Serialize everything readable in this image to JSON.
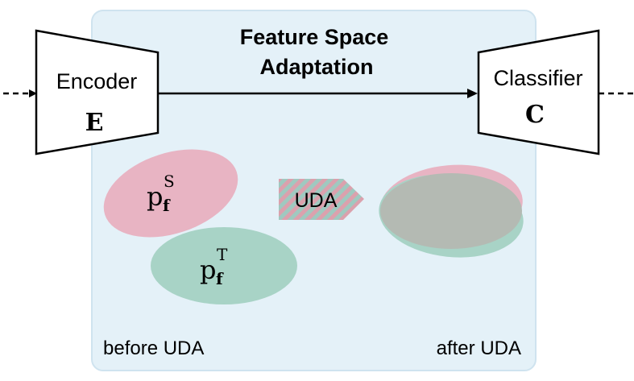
{
  "panel": {
    "title_line1": "Feature Space",
    "title_line2": "Adaptation",
    "background": "#e4f1f8",
    "border": "#cfe3ef"
  },
  "encoder": {
    "label": "Encoder",
    "symbol": "E"
  },
  "classifier": {
    "label": "Classifier",
    "symbol": "C"
  },
  "distributions": {
    "source_label": "p",
    "source_sub": "f",
    "source_sup": "S",
    "target_label": "p",
    "target_sub": "f",
    "target_sup": "T",
    "source_color": "#e8b4c3",
    "target_color": "#a8d3c6",
    "overlap_color": "#b4bab3"
  },
  "uda_arrow": {
    "label": "UDA",
    "stripe_a": "#dba1ad",
    "stripe_b": "#9fc9c0"
  },
  "captions": {
    "before": "before UDA",
    "after": "after UDA"
  }
}
